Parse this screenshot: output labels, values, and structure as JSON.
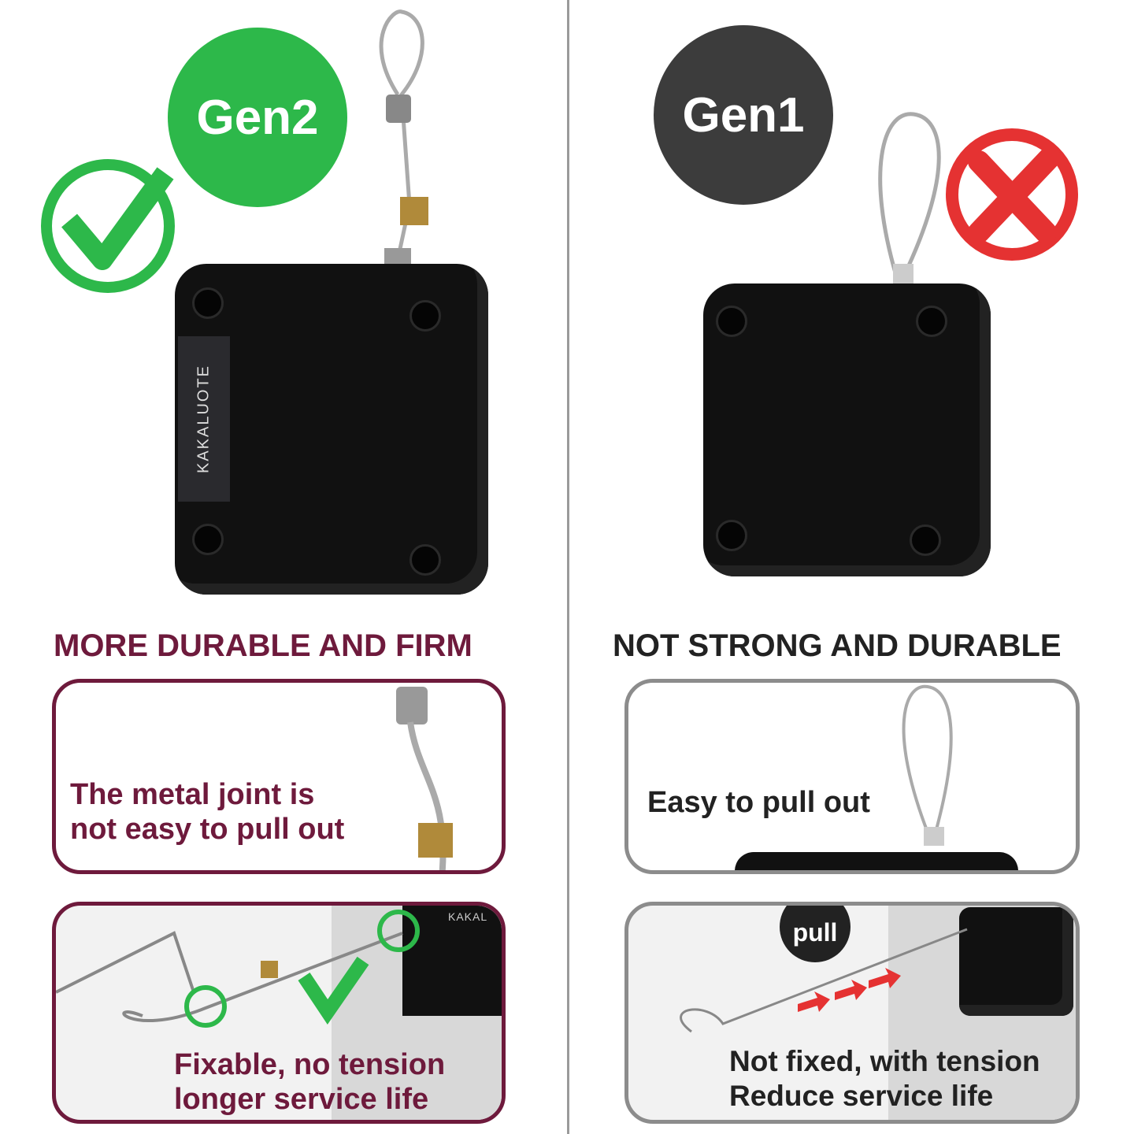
{
  "left": {
    "badge": "Gen2",
    "brand": "KAKALUOTE",
    "heading": "MORE DURABLE AND FIRM",
    "panel1_text": [
      "The metal joint is",
      "not easy to pull out"
    ],
    "panel2_text": [
      "Fixable, no tension",
      "longer service life"
    ],
    "panel2_brand": "KAKAL"
  },
  "right": {
    "badge": "Gen1",
    "heading": "NOT STRONG AND DURABLE",
    "panel1_text": "Easy to pull out",
    "pull_label": "pull",
    "panel2_text": [
      "Not fixed, with tension",
      "Reduce service life"
    ]
  },
  "colors": {
    "maroon": "#6e1a3c",
    "green": "#2db84a",
    "gray_badge": "#3c3c3c",
    "red": "#e53232",
    "panel_gray": "#8c8c8c"
  }
}
